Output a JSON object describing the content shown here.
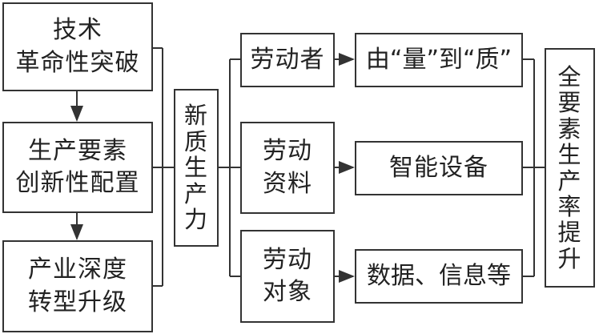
{
  "diagram": {
    "source_nodes": [
      {
        "id": "tech",
        "lines": [
          "技术",
          "革命性突破"
        ]
      },
      {
        "id": "factor",
        "lines": [
          "生产要素",
          "创新性配置"
        ]
      },
      {
        "id": "industry",
        "lines": [
          "产业深度",
          "转型升级"
        ]
      }
    ],
    "center_node": {
      "id": "npf",
      "chars": [
        "新",
        "质",
        "生",
        "产",
        "力"
      ]
    },
    "element_nodes": [
      {
        "id": "worker",
        "lines": [
          "劳动者"
        ]
      },
      {
        "id": "means",
        "lines": [
          "劳动",
          "资料"
        ]
      },
      {
        "id": "object",
        "lines": [
          "劳动",
          "对象"
        ]
      }
    ],
    "result_nodes": [
      {
        "id": "quality",
        "lines": [
          "由“量”到“质”"
        ]
      },
      {
        "id": "smart",
        "lines": [
          "智能设备"
        ]
      },
      {
        "id": "data",
        "lines": [
          "数据、信息等"
        ]
      }
    ],
    "final_node": {
      "id": "tfp",
      "chars": [
        "全",
        "要",
        "素",
        "生",
        "产",
        "率",
        "提",
        "升"
      ]
    },
    "edges": [
      [
        "tech",
        "factor"
      ],
      [
        "factor",
        "industry"
      ],
      [
        "tech",
        "npf"
      ],
      [
        "factor",
        "npf"
      ],
      [
        "industry",
        "npf"
      ],
      [
        "npf",
        "worker"
      ],
      [
        "npf",
        "means"
      ],
      [
        "npf",
        "object"
      ],
      [
        "worker",
        "quality"
      ],
      [
        "means",
        "smart"
      ],
      [
        "object",
        "data"
      ],
      [
        "quality",
        "tfp"
      ],
      [
        "smart",
        "tfp"
      ],
      [
        "data",
        "tfp"
      ]
    ]
  }
}
